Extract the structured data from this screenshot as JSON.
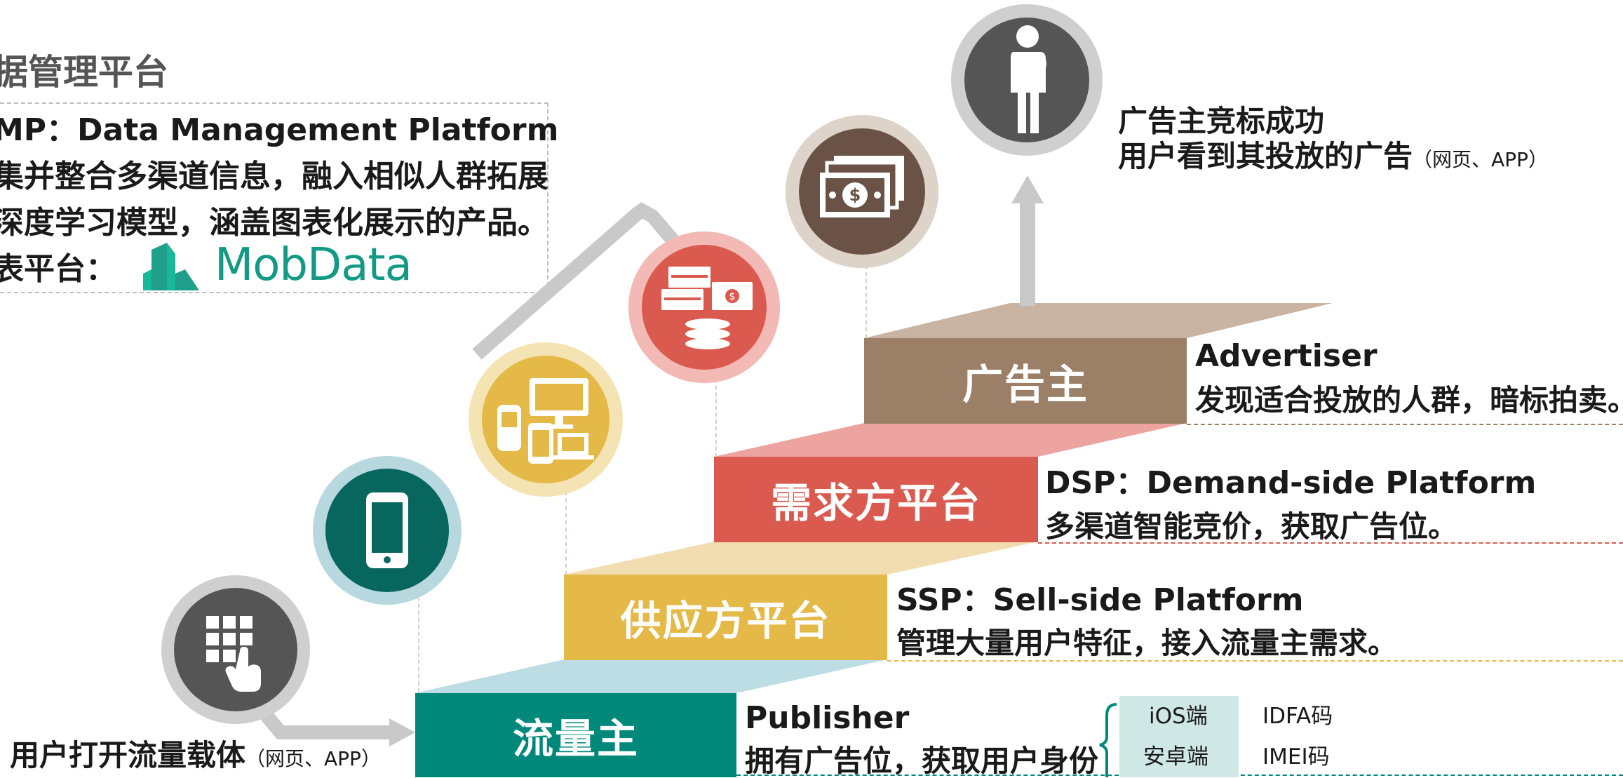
{
  "dmp": {
    "title": "据管理平台",
    "line1": "MP：Data Management Platform",
    "line2": "集并整合多渠道信息，融入相似人群拓展",
    "line3": "深度学习模型，涵盖图表化展示的产品。",
    "line4": "表平台：",
    "logo_text": "MobData"
  },
  "steps": {
    "publisher": {
      "label": "流量主",
      "title": "Publisher",
      "desc": "拥有广告位，获取用户身份",
      "color": "#00897b"
    },
    "ssp": {
      "label": "供应方平台",
      "title": "SSP：Sell-side Platform",
      "desc": "管理大量用户特征，接入流量主需求。",
      "color": "#e5b948"
    },
    "dsp": {
      "label": "需求方平台",
      "title": "DSP：Demand-side Platform",
      "desc": "多渠道智能竞价，获取广告位。",
      "color": "#db5a4f"
    },
    "advertiser": {
      "label": "广告主",
      "title": "Advertiser",
      "desc": "发现适合投放的人群，暗标拍卖。",
      "color": "#9c7f67"
    }
  },
  "bottom_left": {
    "text": "用户打开流量载体",
    "small": "（网页、APP）"
  },
  "top_right": {
    "line1": "广告主竞标成功",
    "line2": "用户看到其投放的广告",
    "small": "（网页、APP）"
  },
  "id_table": {
    "rows": [
      {
        "platform": "iOS端",
        "id": "IDFA码"
      },
      {
        "platform": "安卓端",
        "id": "IMEI码"
      }
    ]
  },
  "icons": [
    "touch-keypad-icon",
    "smartphone-icon",
    "devices-icon",
    "money-icon",
    "cash-icon",
    "thinking-person-icon"
  ]
}
